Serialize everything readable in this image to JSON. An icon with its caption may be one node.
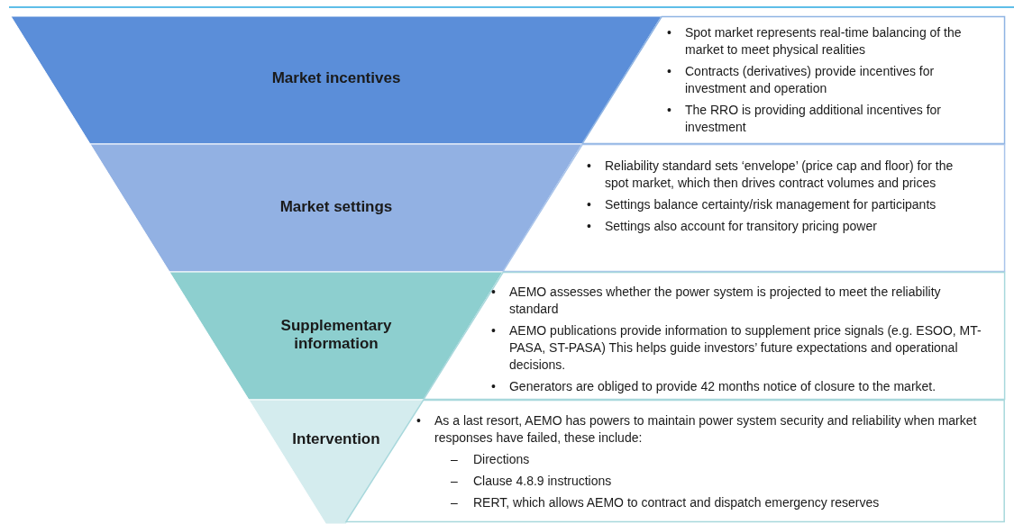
{
  "diagram": {
    "nodes": [
      {
        "text": [
          "Market incentives"
        ]
      },
      {
        "text": [
          "• Spot market represents real-time balancing of the market to meet physical realities",
          "• Contracts (derivatives) provide incentives for investment and operation",
          "• The RRO is providing additional incentives for investment"
        ]
      },
      {
        "text": [
          "Market settings"
        ]
      },
      {
        "text": [
          "• Reliability standard sets ‘envelope’ (price cap and floor) for the spot market, which then drives contract volumes and prices",
          "• Settings balance certainty/risk management for participants",
          "• Settings also account for transitory pricing power"
        ]
      },
      {
        "text": [
          "Supplementary information"
        ]
      },
      {
        "text": [
          "• AEMO assesses whether the power system is projected to meet the reliability standard",
          "• AEMO publications provide information to supplement price signals (e.g. ESOO, MT-PASA, ST-PASA) This helps guide investors’ future expectations and operational decisions.",
          "• Generators are obliged to provide 42 months notice of closure to the market."
        ]
      },
      {
        "text": [
          "Intervention"
        ]
      },
      {
        "text": [
          "• As a last resort, AEMO has powers to maintain power system security and reliability when market responses have failed, these include:",
          "– Directions",
          "– Clause 4.8.9 instructions",
          "– RERT, which allows AEMO to contract and dispatch emergency reserves"
        ]
      }
    ]
  }
}
